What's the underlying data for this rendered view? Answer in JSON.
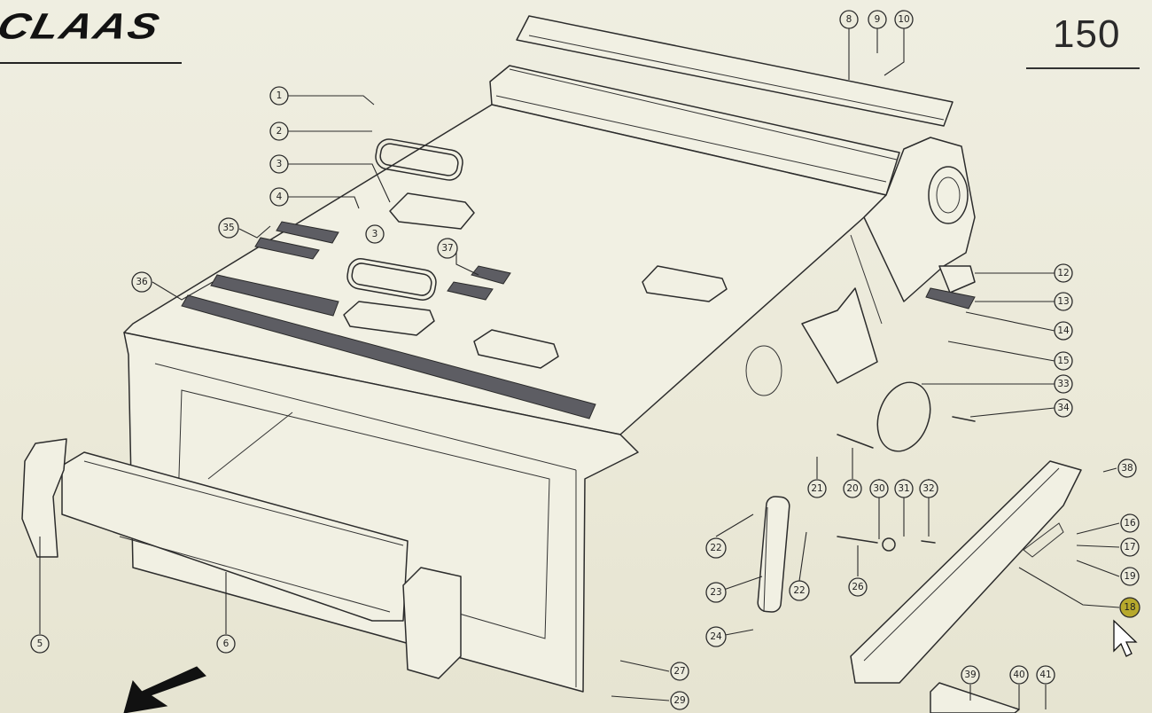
{
  "header": {
    "brand_logo_text": "CLAAS",
    "page_number": "150"
  },
  "callouts": [
    "1",
    "2",
    "3",
    "4",
    "35",
    "3",
    "37",
    "36",
    "8",
    "9",
    "10",
    "12",
    "13",
    "14",
    "15",
    "33",
    "34",
    "38",
    "16",
    "17",
    "19",
    "18",
    "5",
    "6",
    "21",
    "20",
    "30",
    "31",
    "32",
    "22",
    "23",
    "22",
    "26",
    "24",
    "27",
    "29",
    "39",
    "40",
    "41"
  ],
  "highlighted_callout": "18",
  "icons": {
    "arrow": "arrow-down-left-icon",
    "cursor": "mouse-pointer-icon"
  }
}
